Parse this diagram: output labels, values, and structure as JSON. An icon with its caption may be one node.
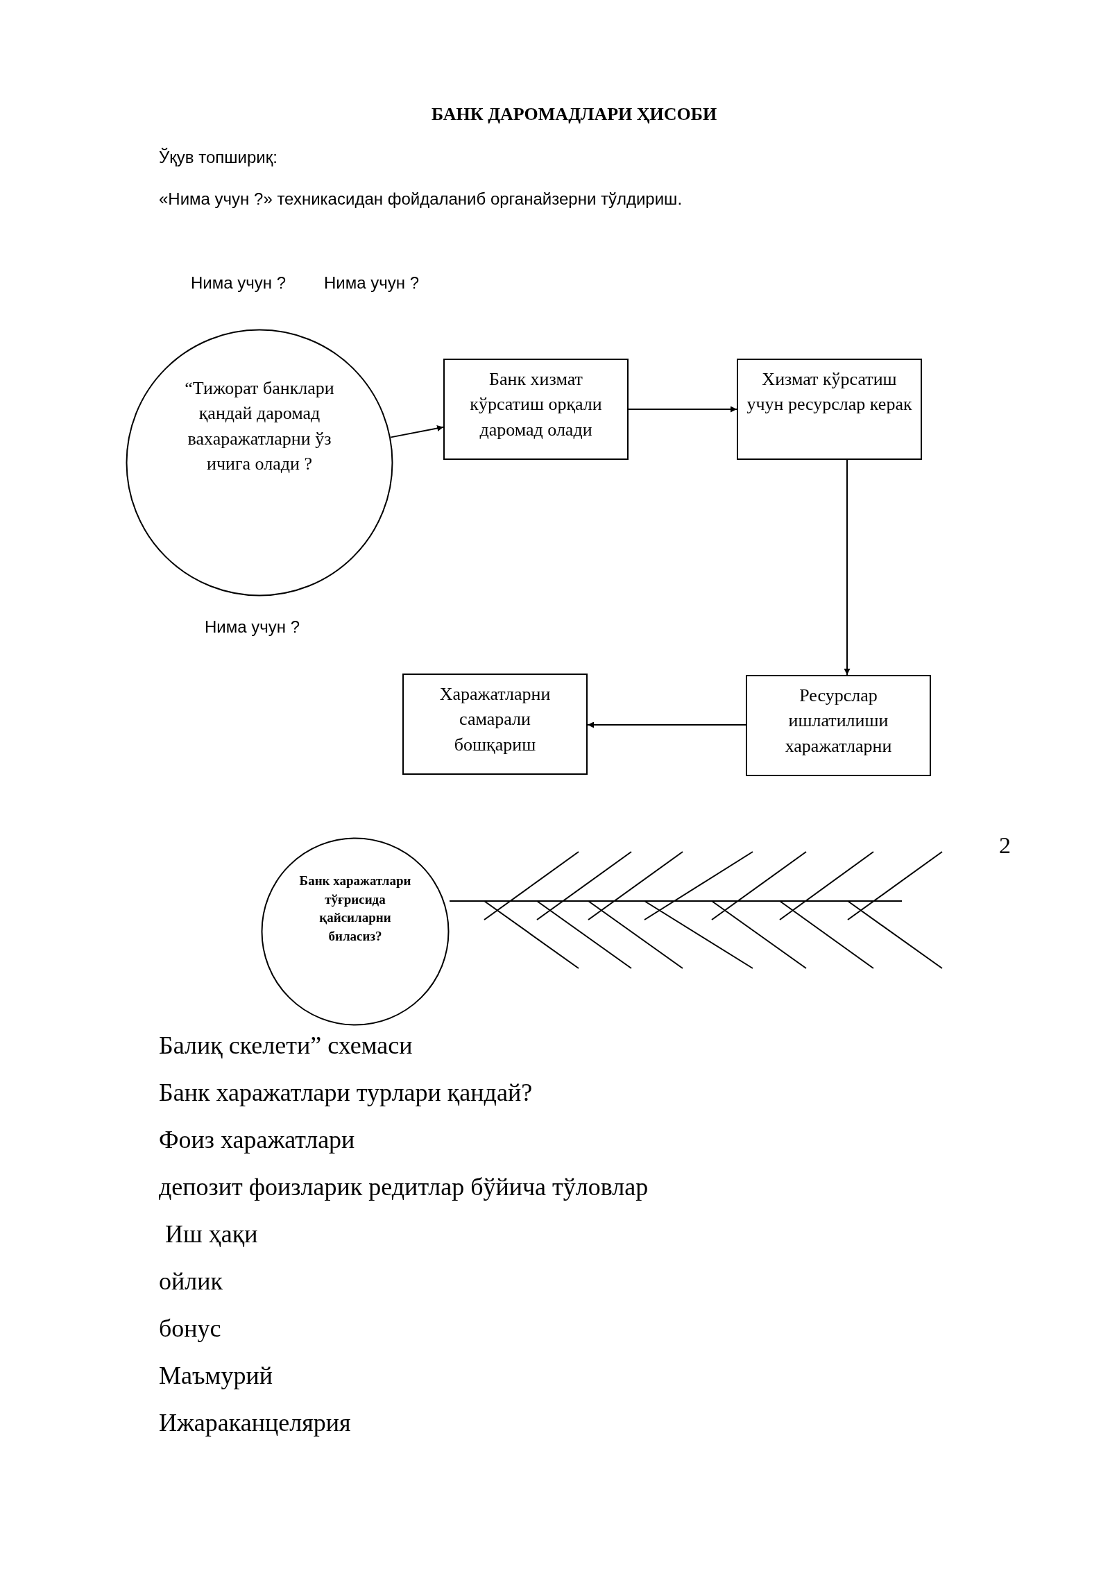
{
  "diagram": {
    "title": "БАНК ДАРОМАДЛАРИ ҲИСОБИ",
    "nodes": [
      {
        "text": [
          "“Тижорат банклари қандай даромад вахаражатларни ўз ичига олади ?"
        ]
      },
      {
        "text": [
          "Банк хизмат кўрсатиш орқали даромад олади"
        ]
      },
      {
        "text": [
          "Хизмат кўрсатиш учун ресурслар керак"
        ]
      },
      {
        "text": [
          "Харажатларни самарали бошқариш"
        ]
      },
      {
        "text": [
          "Ресурслар ишлатилиши харажатларни"
        ]
      },
      {
        "text": [
          "Банк харажатлари тўғрисида қайсиларни биласиз?"
        ]
      }
    ],
    "edges": [
      {
        "from": 0,
        "to": 1,
        "arrow": "to"
      },
      {
        "from": 1,
        "to": 2,
        "arrow": "to"
      },
      {
        "from": 2,
        "to": 4,
        "arrow": "to"
      },
      {
        "from": 4,
        "to": 3,
        "arrow": "to"
      }
    ],
    "labels": [
      "Ўқув топшириқ:",
      "«Нима учун ?» техникасидан фойдаланиб органайзерни тўлдириш.",
      "Нима учун ?",
      "Нима учун ?",
      "Нима учун ?",
      "2",
      "Балиқ скелети” схемаси",
      "Банк харажатлари турлари қандай?",
      "Фоиз харажатлари",
      "депозит фоизларик редитлар бўйича тўловлар",
      " Иш ҳақи",
      "ойлик",
      "бонус",
      "Маъмурий",
      "Ижараканцелярия"
    ]
  }
}
